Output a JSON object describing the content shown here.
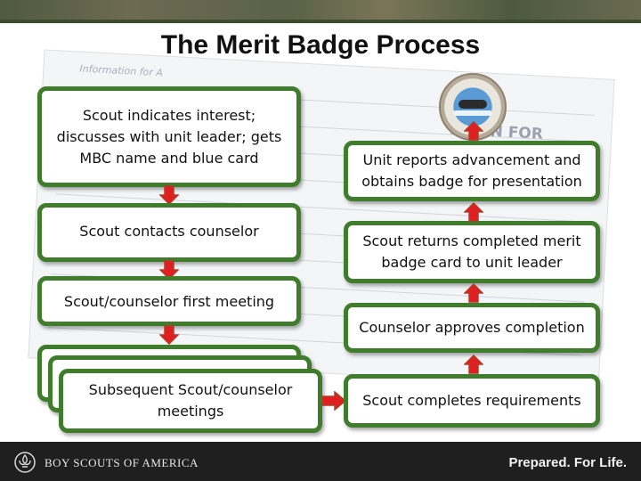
{
  "slide": {
    "title": "The Merit Badge Process",
    "background_card": {
      "header": "Information for A",
      "right_heading": "ATION FOR"
    },
    "left_steps": [
      "Scout indicates interest; discusses with unit leader; gets MBC name and blue card",
      "Scout contacts counselor",
      "Scout/counselor first meeting",
      "Subsequent Scout/counselor meetings"
    ],
    "right_steps": [
      "Unit reports advancement and obtains badge for presentation",
      "Scout returns completed merit badge card to unit leader",
      "Counselor approves completion",
      "Scout completes requirements"
    ],
    "footer": {
      "org": "BOY SCOUTS OF AMERICA",
      "motto": "Prepared. For Life."
    },
    "colors": {
      "box_border": "#3f7d2c",
      "arrow_fill": "#e02020",
      "arrow_outline": "#b23b2a"
    },
    "icons": {
      "badge": "swimming-merit-badge-icon",
      "logo": "fleur-de-lis-icon"
    }
  }
}
